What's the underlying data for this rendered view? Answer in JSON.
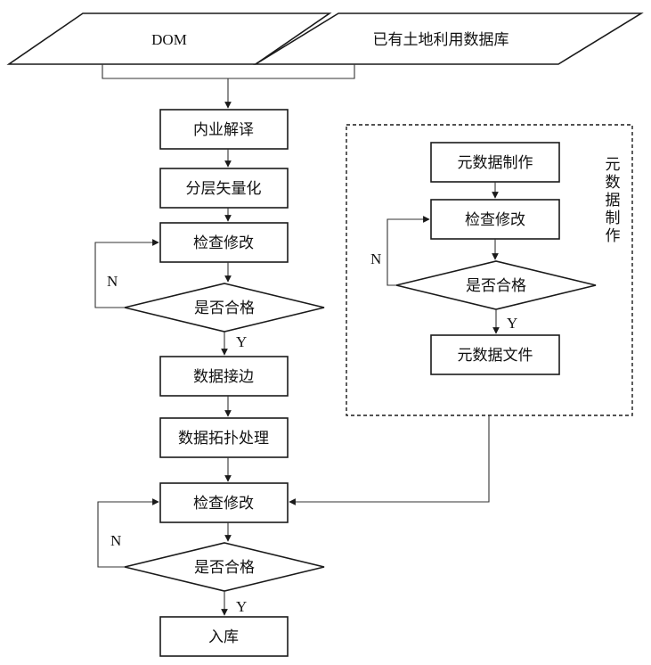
{
  "inputs": {
    "dom": "DOM",
    "landuse_db": "已有土地利用数据库"
  },
  "main_flow": {
    "interpretation": "内业解译",
    "vectorization": "分层矢量化",
    "check_edit_1": "检查修改",
    "qualified_1": "是否合格",
    "no_1": "N",
    "yes_1": "Y",
    "edge_matching": "数据接边",
    "topology": "数据拓扑处理",
    "check_edit_2": "检查修改",
    "qualified_2": "是否合格",
    "no_2": "N",
    "yes_2": "Y",
    "warehousing": "入库"
  },
  "metadata_panel": {
    "title": "元数据制作",
    "make": "元数据制作",
    "check_edit": "检查修改",
    "qualified": "是否合格",
    "no": "N",
    "yes": "Y",
    "file": "元数据文件"
  }
}
